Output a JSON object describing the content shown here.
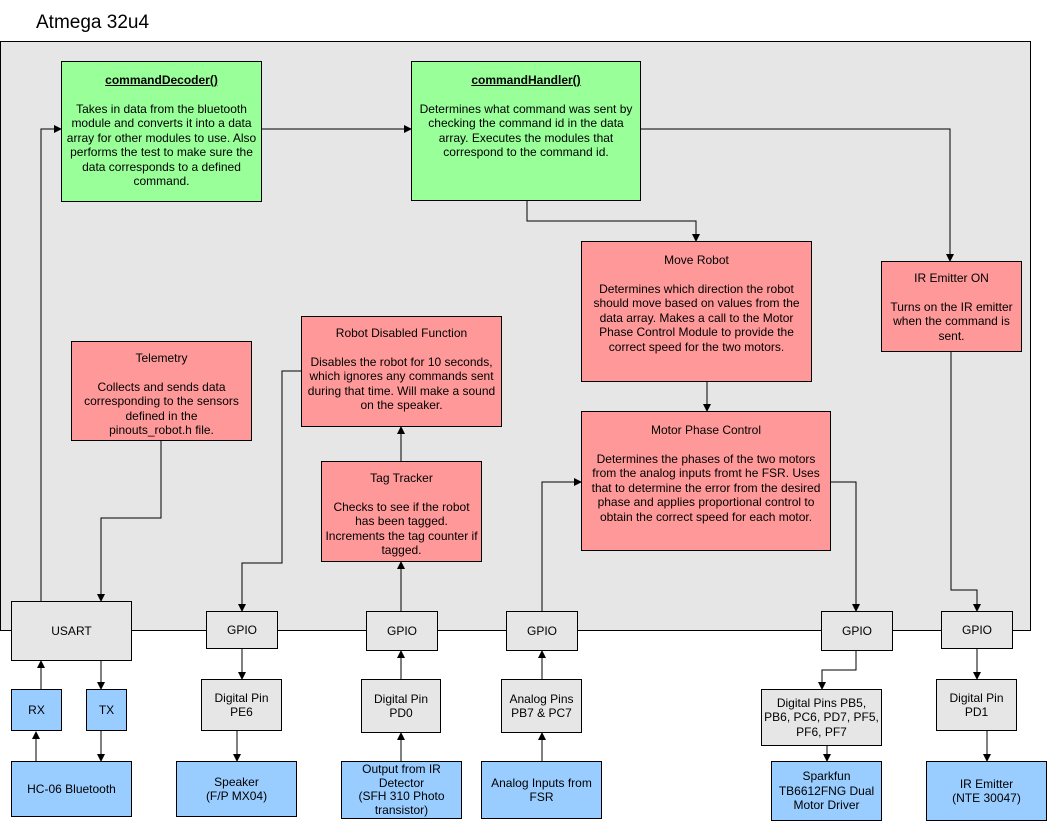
{
  "title": "Atmega 32u4",
  "modules": {
    "command_decoder": {
      "title": "commandDecoder()",
      "desc": "Takes in data from the bluetooth module and converts it into a data array for other modules to use. Also performs the test to make sure the data corresponds to a defined command."
    },
    "command_handler": {
      "title": "commandHandler()",
      "desc": "Determines what command was sent by checking the command id in the data array. Executes the modules that correspond to the command id."
    },
    "move_robot": {
      "title": "Move Robot",
      "desc": "Determines which direction the robot should move based on values from the data array. Makes a call to the Motor Phase Control Module to provide the correct speed for the two motors."
    },
    "ir_emitter_on": {
      "title": "IR Emitter ON",
      "desc": "Turns on the IR emitter when the command is sent."
    },
    "robot_disabled": {
      "title": "Robot Disabled Function",
      "desc": "Disables the robot for 10  seconds, which ignores any commands sent during that time. Will make a sound on the speaker."
    },
    "telemetry": {
      "title": "Telemetry",
      "desc": "Collects and sends data corresponding to the sensors defined in the pinouts_robot.h file."
    },
    "tag_tracker": {
      "title": "Tag Tracker",
      "desc": "Checks to see if the robot has been tagged. Increments the tag counter if tagged."
    },
    "motor_phase": {
      "title": "Motor Phase Control",
      "desc": "Determines the phases of the two motors from the analog inputs fromt he FSR. Uses that to determine the error from the desired phase and applies proportional control to obtain the correct speed for each motor."
    }
  },
  "interfaces": {
    "usart": "USART",
    "gpio_1": "GPIO",
    "gpio_2": "GPIO",
    "gpio_3": "GPIO",
    "gpio_4": "GPIO",
    "gpio_5": "GPIO"
  },
  "pins": {
    "rx": "RX",
    "tx": "TX",
    "pe6": [
      "Digital Pin",
      "PE6"
    ],
    "pd0": [
      "Digital Pin",
      "PD0"
    ],
    "analog": [
      "Analog Pins",
      "PB7 & PC7"
    ],
    "motor_pins": [
      "Digital Pins PB5,",
      "PB6, PC6, PD7, PF5,",
      "PF6, PF7"
    ],
    "pd1": [
      "Digital Pin",
      "PD1"
    ]
  },
  "devices": {
    "bluetooth": [
      "HC-06 Bluetooth"
    ],
    "speaker": [
      "Speaker",
      "(F/P MX04)"
    ],
    "ir_detector": [
      "Output from IR",
      "Detector",
      "(SFH 310 Photo",
      "transistor)"
    ],
    "fsr": [
      "Analog Inputs from",
      "FSR"
    ],
    "motor_driver": [
      "Sparkfun",
      "TB6612FNG Dual",
      "Motor Driver"
    ],
    "ir_emitter": [
      "IR Emitter",
      "(NTE 30047)"
    ]
  }
}
